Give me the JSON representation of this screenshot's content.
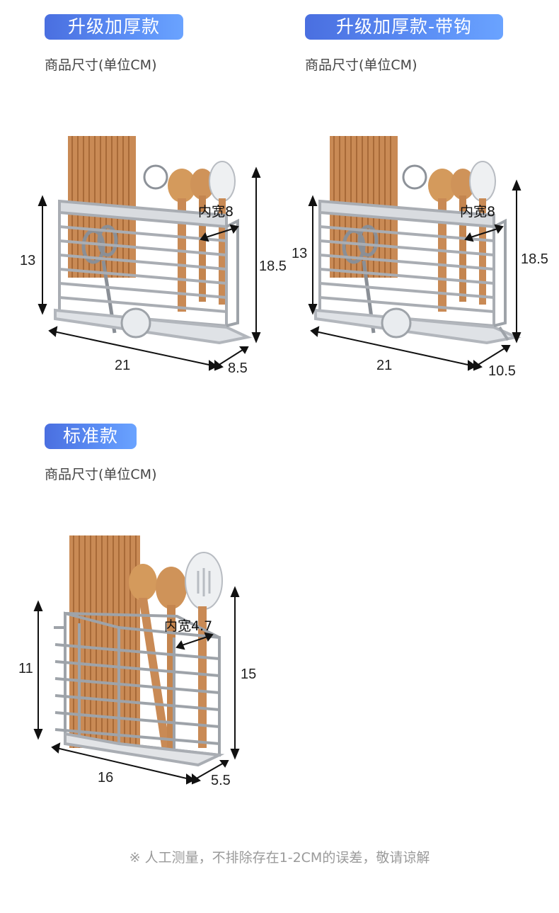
{
  "products": [
    {
      "badge": "升级加厚款",
      "subtitle": "商品尺寸(单位CM)",
      "dims": {
        "height": "13",
        "total_height": "18.5",
        "inner_width": "内宽8",
        "length": "21",
        "depth": "8.5"
      }
    },
    {
      "badge": "升级加厚款-带钩",
      "subtitle": "商品尺寸(单位CM)",
      "dims": {
        "height": "13",
        "total_height": "18.5",
        "inner_width": "内宽8",
        "length": "21",
        "depth": "10.5"
      }
    },
    {
      "badge": "标准款",
      "subtitle": "商品尺寸(单位CM)",
      "dims": {
        "height": "11",
        "total_height": "15",
        "inner_width": "内宽4.7",
        "length": "16",
        "depth": "5.5"
      }
    }
  ],
  "footer": "※ 人工测量，不排除存在1-2CM的误差，敬请谅解",
  "colors": {
    "badge_start": "#4a6fe0",
    "badge_end": "#6aa3ff",
    "wood": "#c98a55",
    "steel": "#a9adb3"
  }
}
